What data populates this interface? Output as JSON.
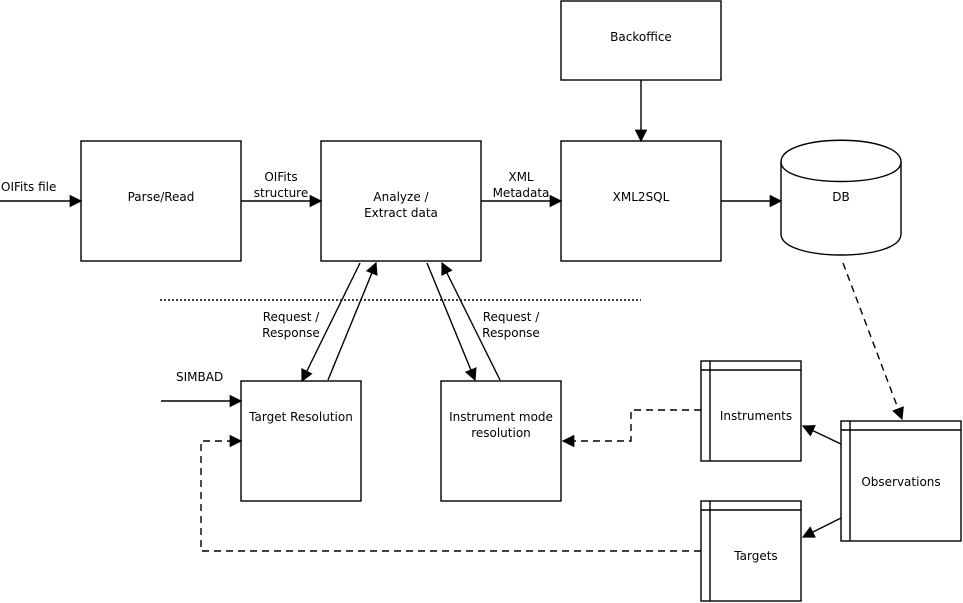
{
  "inputs": {
    "oifits_file": "OIFits file",
    "simbad": "SIMBAD"
  },
  "nodes": {
    "parse_read": "Parse/Read",
    "analyze_line1": "Analyze /",
    "analyze_line2": "Extract data",
    "xml2sql": "XML2SQL",
    "backoffice": "Backoffice",
    "db": "DB",
    "target_resolution": "Target Resolution",
    "instrument_line1": "Instrument mode",
    "instrument_line2": "resolution",
    "instruments": "Instruments",
    "targets": "Targets",
    "observations": "Observations"
  },
  "edges": {
    "oifits_structure_line1": "OIFits",
    "oifits_structure_line2": "structure",
    "xml_metadata_line1": "XML",
    "xml_metadata_line2": "Metadata",
    "req_resp_left_line1": "Request /",
    "req_resp_left_line2": "Response",
    "req_resp_right_line1": "Request /",
    "req_resp_right_line2": "Response"
  }
}
